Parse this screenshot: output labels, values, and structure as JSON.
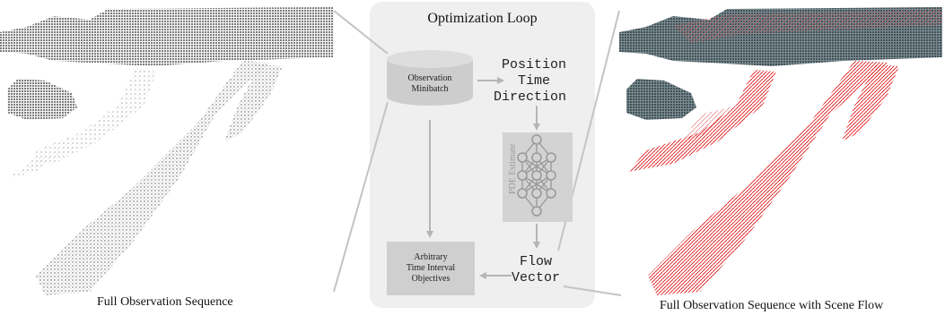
{
  "loop": {
    "title": "Optimization Loop",
    "minibatch_line1": "Observation",
    "minibatch_line2": "Minibatch",
    "input_line1": "Position",
    "input_line2": "Time",
    "input_line3": "Direction",
    "network_label": "PDE Estimate",
    "output_line1": "Flow",
    "output_line2": "Vector",
    "objectives_line1": "Arbitrary",
    "objectives_line2": "Time Interval",
    "objectives_line3": "Objectives"
  },
  "captions": {
    "left": "Full Observation Sequence",
    "right": "Full Observation Sequence with Scene Flow"
  },
  "colors": {
    "points": "#2a2a2a",
    "flow": "#e01010",
    "building_tint": "#5d7178",
    "loop_bg": "#efefef",
    "arrow": "#b5b5b5"
  }
}
